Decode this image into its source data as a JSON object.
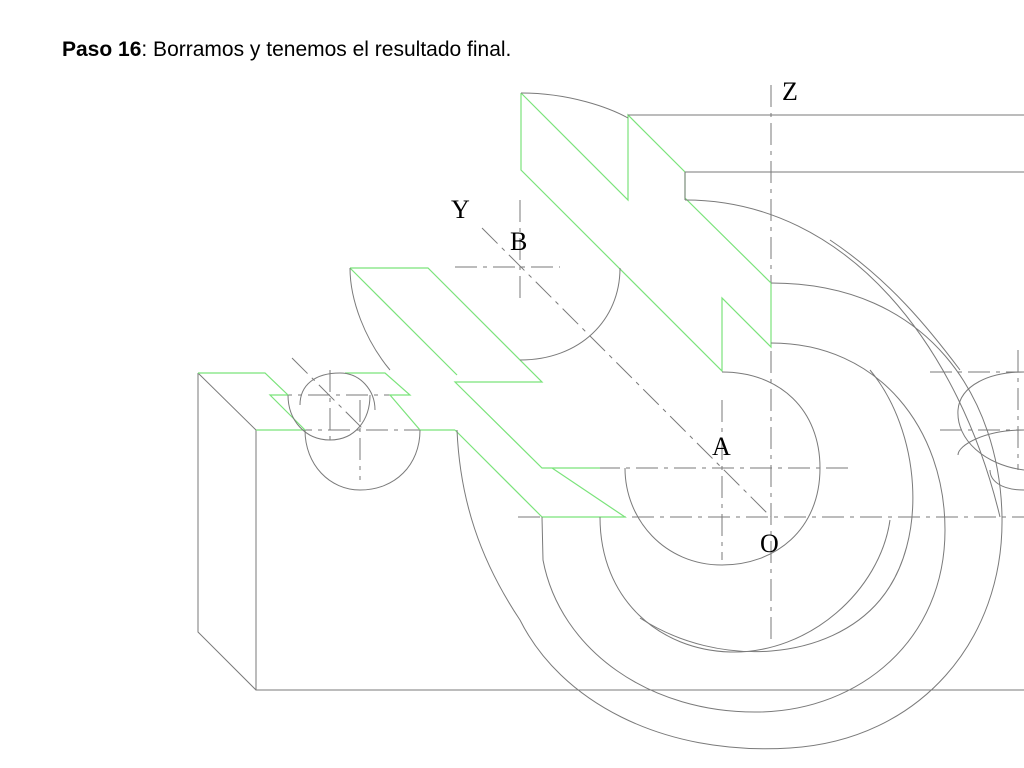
{
  "heading": {
    "step": "Paso 16",
    "text": ": Borramos y tenemos el resultado final."
  },
  "labels": {
    "z": "Z",
    "y": "Y",
    "b": "B",
    "a": "A",
    "o": "O"
  },
  "colors": {
    "edge": "#7a7a7a",
    "highlight": "#7be37b",
    "text": "#000000"
  }
}
